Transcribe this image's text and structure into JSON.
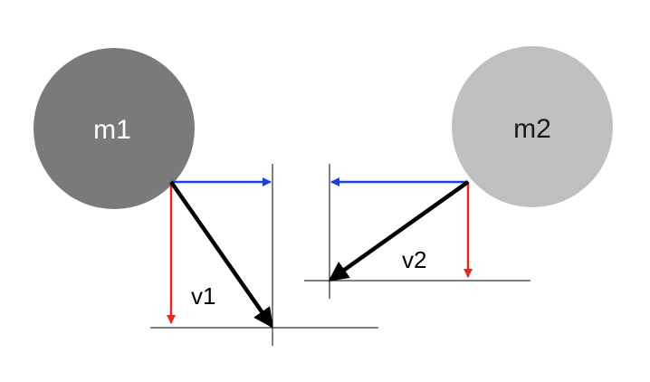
{
  "masses": {
    "m1": {
      "label": "m1",
      "color": "#7a7a7a"
    },
    "m2": {
      "label": "m2",
      "color": "#c0c0c0"
    }
  },
  "velocities": {
    "v1": {
      "label": "v1"
    },
    "v2": {
      "label": "v2"
    }
  },
  "colors": {
    "horizontal_component": "#1f3fd6",
    "vertical_component": "#e8281e",
    "resultant": "#000000",
    "reference_lines": "#000000"
  }
}
